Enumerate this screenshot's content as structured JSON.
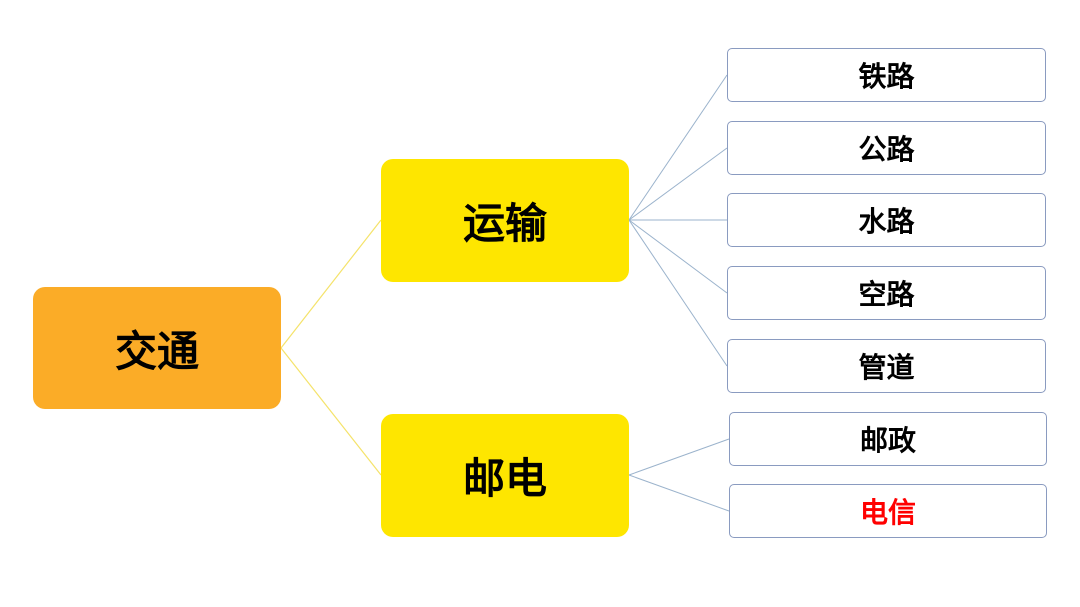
{
  "diagram": {
    "root": {
      "label": "交通"
    },
    "branches": [
      {
        "label": "运输",
        "children": [
          {
            "label": "铁路"
          },
          {
            "label": "公路"
          },
          {
            "label": "水路"
          },
          {
            "label": "空路"
          },
          {
            "label": "管道"
          }
        ]
      },
      {
        "label": "邮电",
        "children": [
          {
            "label": "邮政"
          },
          {
            "label": "电信",
            "color": "#ff0000"
          }
        ]
      }
    ]
  },
  "colors": {
    "root_fill": "#fbac27",
    "branch_fill": "#fee600",
    "leaf_border": "#8a9bc0",
    "root_connector": "#f5e36a",
    "leaf_connector": "#9bb3cc",
    "highlight_text": "#ff0000"
  }
}
